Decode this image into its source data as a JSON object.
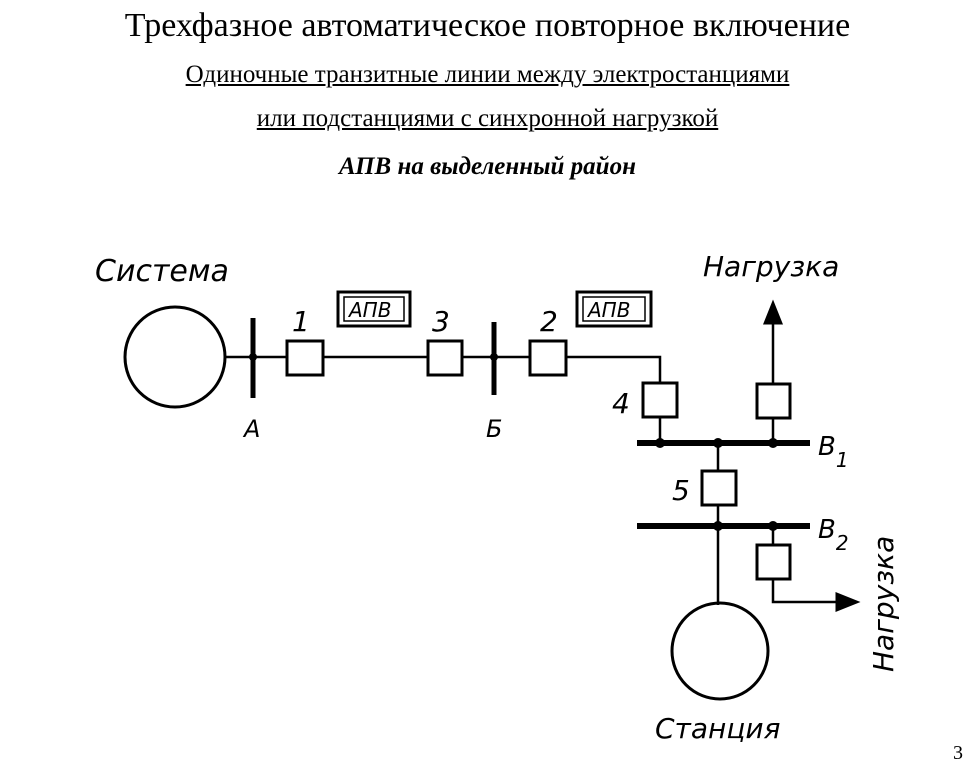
{
  "title": "Трехфазное автоматическое повторное включение",
  "subtitle_line1": "Одиночные транзитные линии между электростанциями",
  "subtitle_line2": "или подстанциями с синхронной нагрузкой",
  "heading": "АПВ на выделенный район",
  "page_number": "3",
  "diagram": {
    "system_label": "Система",
    "station_label": "Станция",
    "load_top_label": "Нагрузка",
    "load_right_label": "Нагрузка",
    "bus_a": "А",
    "bus_b": "Б",
    "bus_v1_main": "В",
    "bus_v1_sub": "1",
    "bus_v2_main": "В",
    "bus_v2_sub": "2",
    "apv_1": "АПВ",
    "apv_2": "АПВ",
    "breaker_1": "1",
    "breaker_2": "2",
    "breaker_3": "3",
    "breaker_4": "4",
    "breaker_5": "5"
  }
}
